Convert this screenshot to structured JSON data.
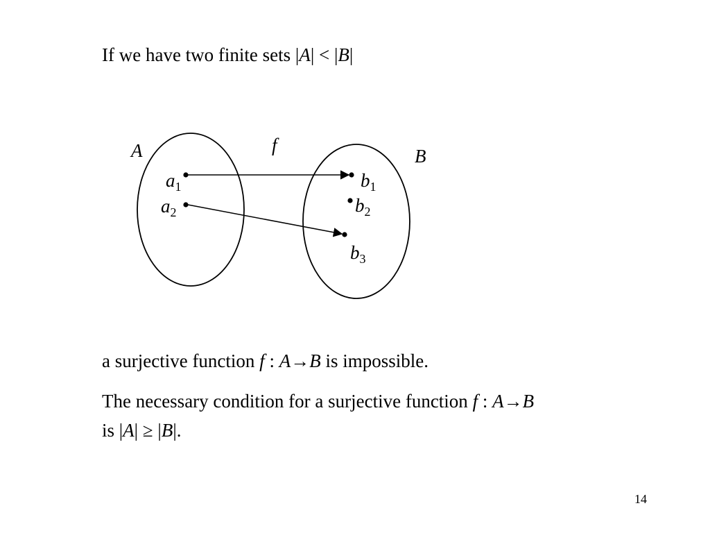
{
  "heading": {
    "prefix": "If we have two finite sets |",
    "set_a": "A",
    "middle": "| < |",
    "set_b": "B",
    "suffix": "|"
  },
  "diagram": {
    "function_label": "f",
    "set_a_label": "A",
    "set_b_label": "B",
    "domain_elements": [
      {
        "letter": "a",
        "index": "1"
      },
      {
        "letter": "a",
        "index": "2"
      }
    ],
    "codomain_elements": [
      {
        "letter": "b",
        "index": "1"
      },
      {
        "letter": "b",
        "index": "2"
      },
      {
        "letter": "b",
        "index": "3"
      }
    ],
    "mappings": [
      {
        "from": "a1",
        "to": "b1"
      },
      {
        "from": "a2",
        "to": "b3"
      }
    ]
  },
  "statement": {
    "prefix": "a surjective function ",
    "f": "f",
    "colon": " : ",
    "a": "A",
    "arrow": "→",
    "b": "B",
    "suffix": "  is impossible."
  },
  "condition": {
    "line1_prefix": "The necessary condition for a surjective function ",
    "f": "f",
    "colon": " : ",
    "a": "A",
    "arrow": "→",
    "b": "B",
    "line2_prefix": "is |",
    "line2_a": "A",
    "line2_mid": "| ≥ |",
    "line2_b": "B",
    "line2_suffix": "|."
  },
  "page_number": "14"
}
